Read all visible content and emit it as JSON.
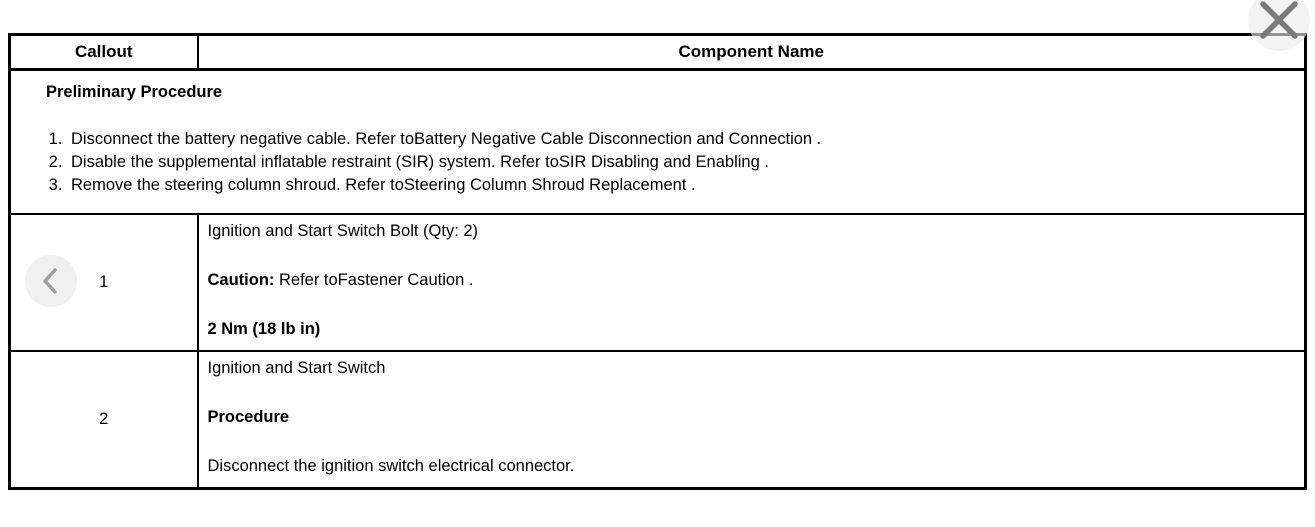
{
  "window": {
    "close_button_name": "close"
  },
  "colors": {
    "border": "#000000",
    "text": "#000000",
    "close_icon_gray": "#7a7a7a",
    "chevron_icon_gray": "#9e9e9e",
    "button_circle_bg": "#f0f0f0"
  },
  "table": {
    "header": {
      "callout": "Callout",
      "component_name": "Component Name"
    },
    "preliminary": {
      "title": "Preliminary Procedure",
      "steps": [
        "Disconnect the battery negative cable. Refer toBattery Negative Cable Disconnection and Connection .",
        "Disable the supplemental inflatable restraint (SIR) system. Refer toSIR Disabling and Enabling .",
        "Remove the steering column shroud. Refer toSteering Column Shroud Replacement ."
      ]
    },
    "rows": [
      {
        "callout": "1",
        "component": {
          "name": "Ignition and Start Switch Bolt (Qty: 2)",
          "caution_label": "Caution:",
          "caution_text": " Refer toFastener Caution .",
          "torque": "2 Nm (18 lb in)"
        }
      },
      {
        "callout": "2",
        "component": {
          "name": "Ignition and Start Switch",
          "procedure_label": "Procedure",
          "procedure_text": "Disconnect the ignition switch electrical connector."
        }
      }
    ]
  }
}
